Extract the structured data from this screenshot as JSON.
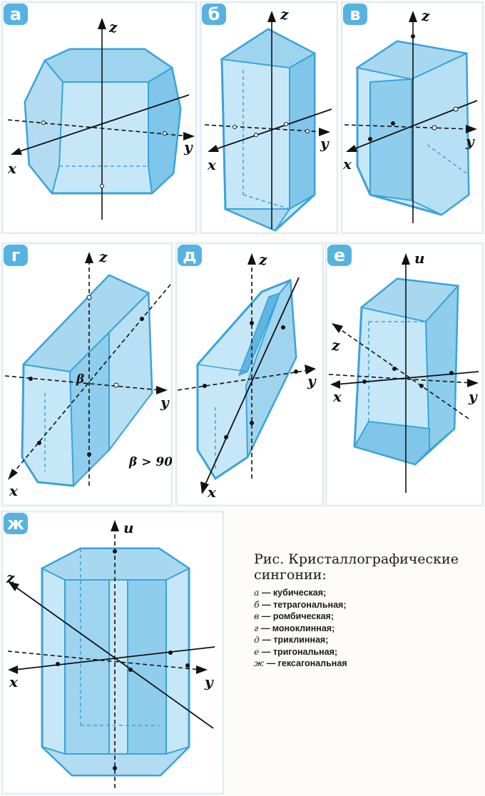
{
  "panels": [
    {
      "letter": "а",
      "axes": {
        "x": "x",
        "y": "y",
        "z": "z"
      }
    },
    {
      "letter": "б",
      "axes": {
        "x": "x",
        "y": "y",
        "z": "z"
      }
    },
    {
      "letter": "в",
      "axes": {
        "x": "x",
        "y": "y",
        "z": "z"
      }
    },
    {
      "letter": "г",
      "axes": {
        "x": "x",
        "y": "y",
        "z": "z"
      },
      "angle_label": "β",
      "angle_note": "β > 90°"
    },
    {
      "letter": "д",
      "axes": {
        "x": "x",
        "y": "y",
        "z": "z"
      }
    },
    {
      "letter": "е",
      "axes": {
        "x": "x",
        "y": "y",
        "z": "z",
        "u": "u"
      }
    },
    {
      "letter": "ж",
      "axes": {
        "x": "x",
        "y": "y",
        "z": "z",
        "u": "u"
      }
    }
  ],
  "caption": {
    "title": "Рис. Кристаллографические сингонии:",
    "items": [
      {
        "key": "а",
        "text": "— кубическая;"
      },
      {
        "key": "б",
        "text": "— тетрагональная;"
      },
      {
        "key": "в",
        "text": "— ромбическая;"
      },
      {
        "key": "г",
        "text": "— моноклинная;"
      },
      {
        "key": "д",
        "text": "— триклинная;"
      },
      {
        "key": "е",
        "text": "— тригональная;"
      },
      {
        "key": "ж",
        "text": "— гексагональная"
      }
    ]
  },
  "colors": {
    "crystal_fill": "#bfe3f5",
    "crystal_edge": "#3aa3d9",
    "face_shade": "#7fc6ea",
    "axis": "#111111",
    "letter_badge": "#57b2e0"
  }
}
